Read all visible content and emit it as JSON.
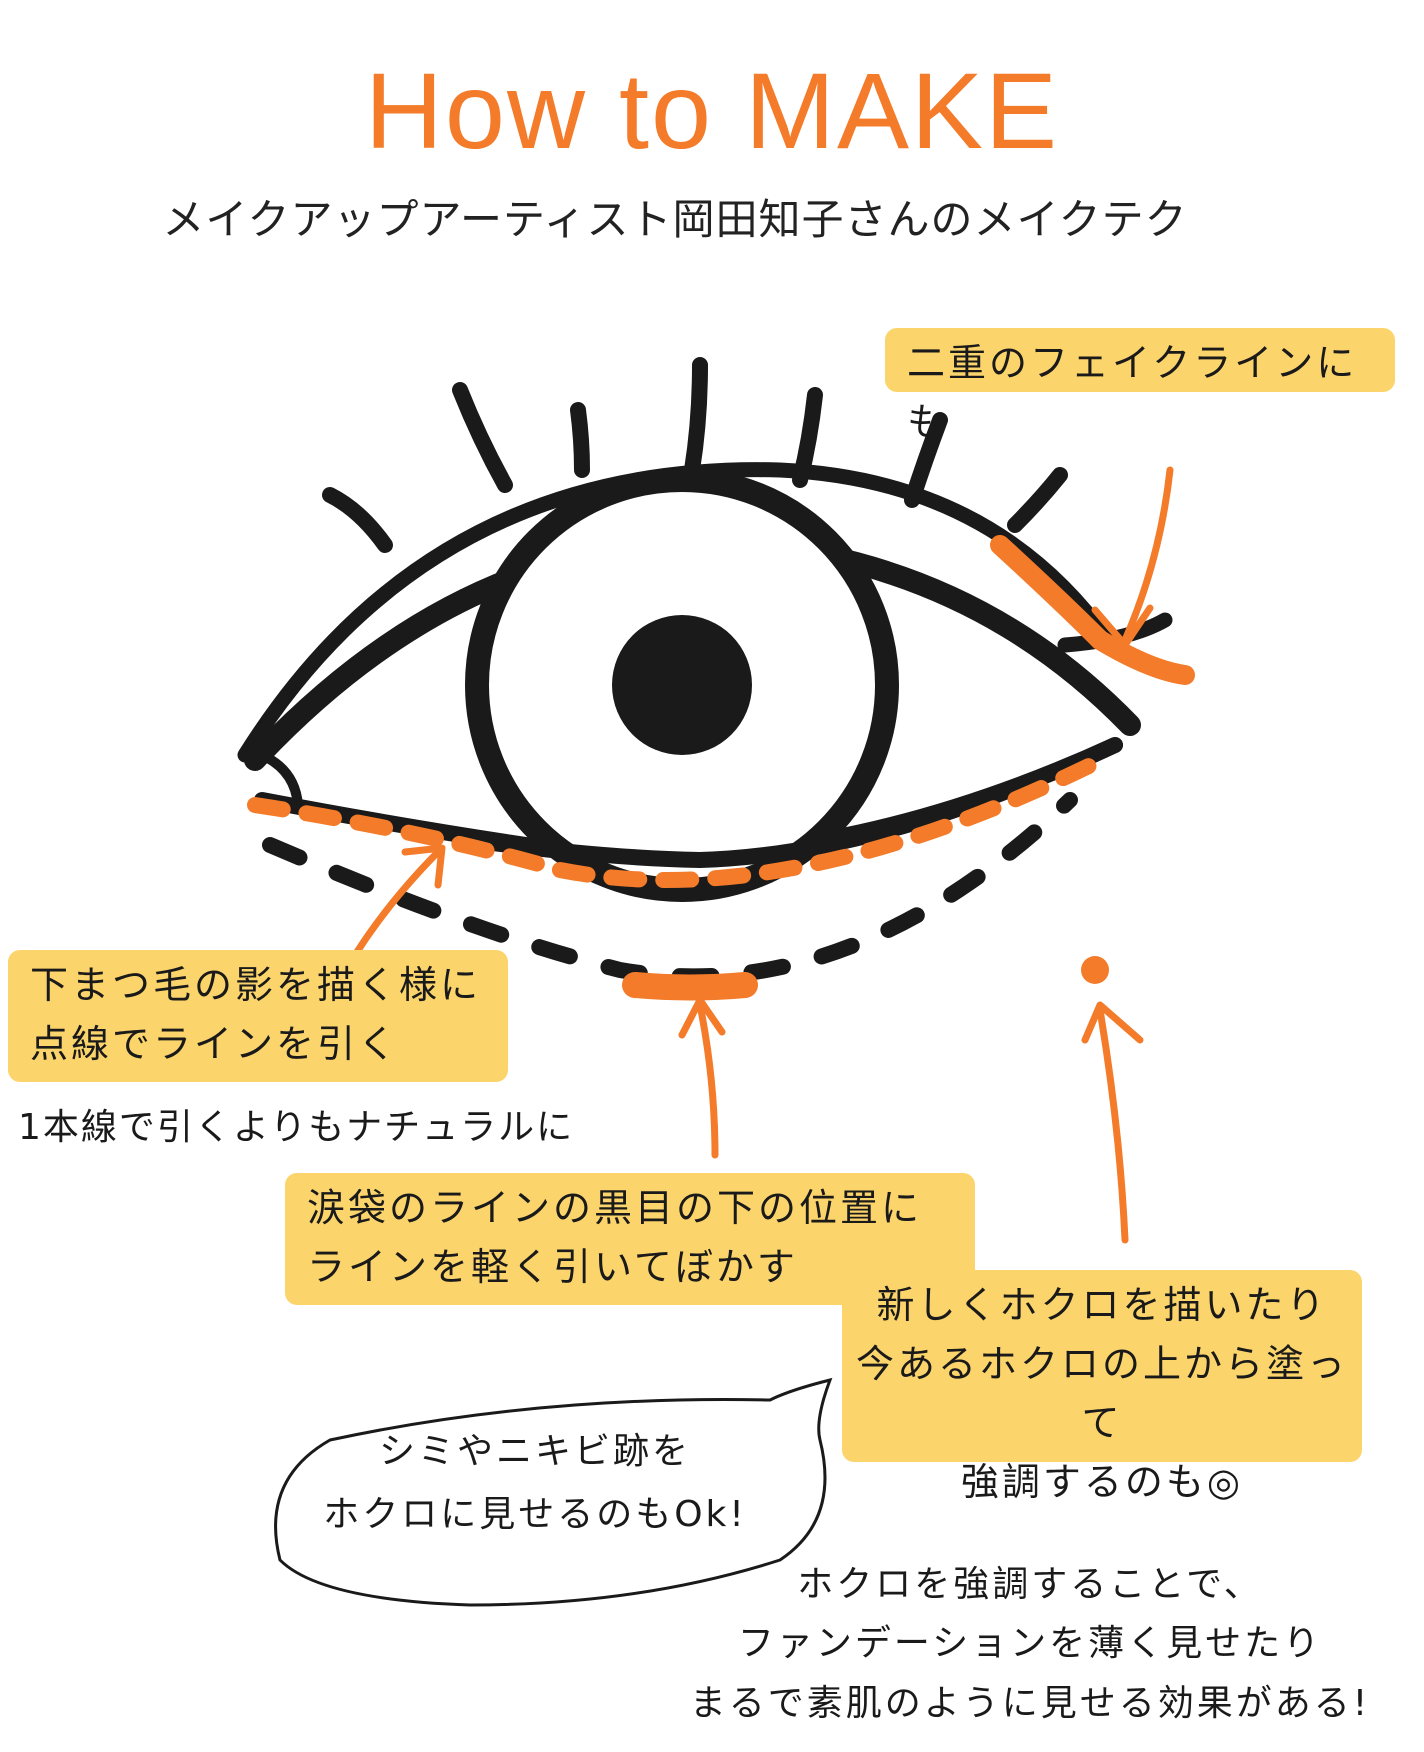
{
  "header": {
    "title": "How to MAKE",
    "subtitle": "メイクアップアーティスト岡田知子さんのメイクテク"
  },
  "colors": {
    "accent": "#f37b2a",
    "highlight": "#fbd46b",
    "ink": "#1a1a1a"
  },
  "callouts": {
    "double_eyelid": "二重のフェイクラインにも",
    "lower_lash_line1": "下まつ毛の影を描く様に",
    "lower_lash_line2": "点線でラインを引く",
    "lower_lash_note": "1本線で引くよりもナチュラルに",
    "tear_bag_line1": "涙袋のラインの黒目の下の位置に",
    "tear_bag_line2": "ラインを軽く引いてぼかす",
    "mole_line1": "新しくホクロを描いたり",
    "mole_line2": "今あるホクロの上から塗って",
    "mole_line3": "強調するのも◎"
  },
  "speech_bubble": {
    "line1": "シミやニキビ跡を",
    "line2": "ホクロに見せるのもOk!"
  },
  "bottom_note": {
    "line1": "ホクロを強調することで、",
    "line2": "ファンデーションを薄く見せたり",
    "line3": "まるで素肌のように見せる効果がある!"
  }
}
